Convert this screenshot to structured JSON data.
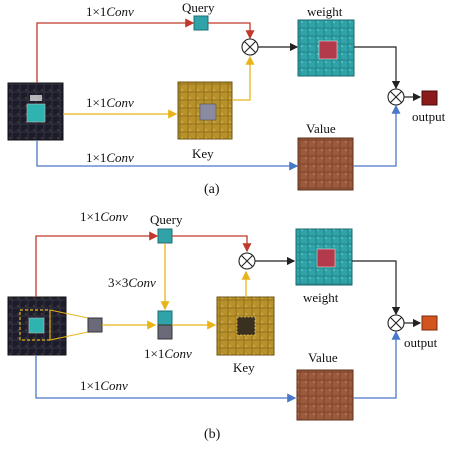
{
  "panel_a": {
    "conv_top": "1×1Conv",
    "conv_top_pre": "1×1",
    "conv_top_it": "Conv",
    "conv_mid_pre": "1×1",
    "conv_mid_it": "Conv",
    "conv_bot_pre": "1×1",
    "conv_bot_it": "Conv",
    "query": "Query",
    "key": "Key",
    "value": "Value",
    "weight": "weight",
    "output": "output",
    "caption": "(a)"
  },
  "panel_b": {
    "conv_top_pre": "1×1",
    "conv_top_it": "Conv",
    "conv_33_pre": "3×3",
    "conv_33_it": "Conv",
    "conv_mid_pre": "1×1",
    "conv_mid_it": "Conv",
    "conv_bot_pre": "1×1",
    "conv_bot_it": "Conv",
    "query": "Query",
    "key": "Key",
    "value": "Value",
    "weight": "weight",
    "output": "output",
    "caption": "(b)"
  },
  "colors": {
    "red_line": "#c0392b",
    "yellow_line": "#e8b41a",
    "blue_line": "#4a78c8",
    "black_line": "#222222",
    "teal": "#2fa3a8",
    "gold": "#b8912a",
    "brown": "#9b5a3c",
    "dark": "#1c1c2a",
    "output_a": "#8b1a1a",
    "output_b": "#d2541e"
  },
  "icons": [
    "multiply-circle-icon",
    "arrow-icon"
  ]
}
